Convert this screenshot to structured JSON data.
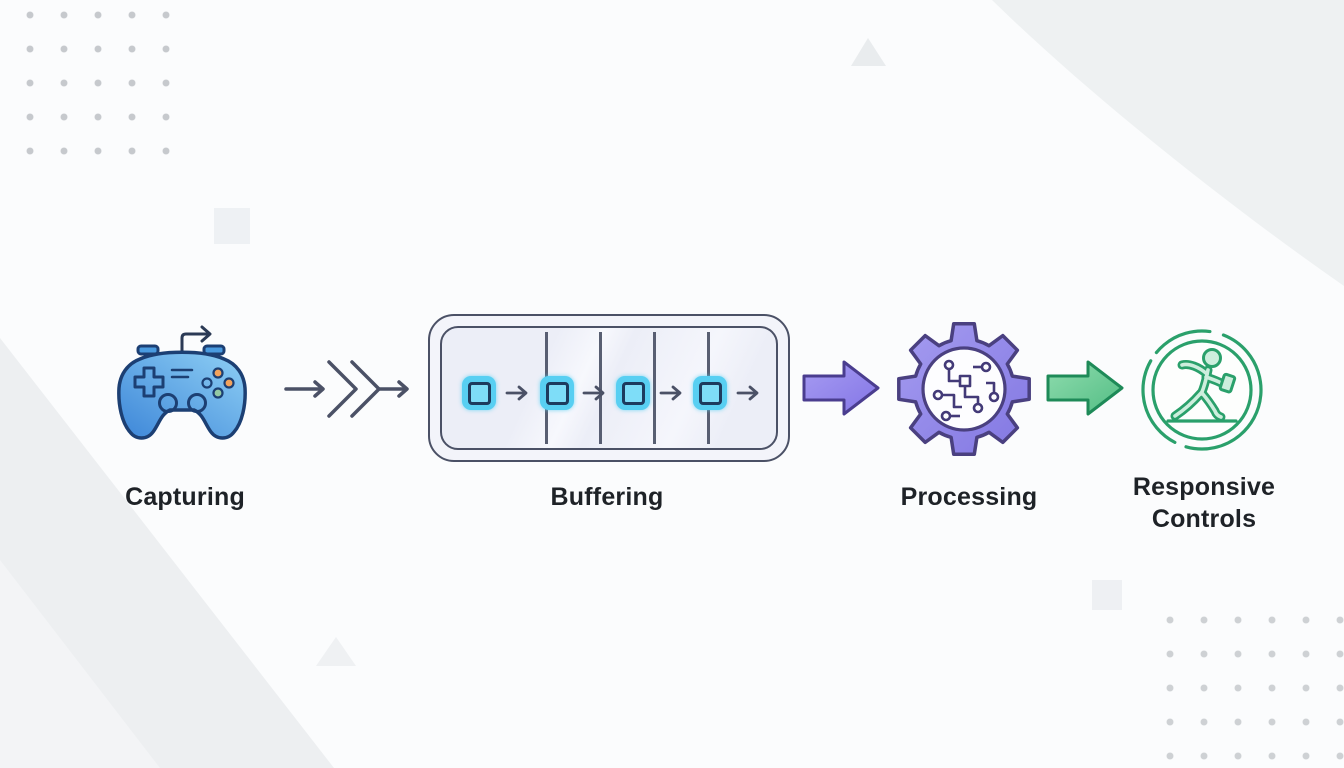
{
  "stages": [
    {
      "label": "Capturing",
      "icon": "game-controller-icon"
    },
    {
      "label": "Buffering",
      "icon": "frame-buffer-queue-icon"
    },
    {
      "label": "Processing",
      "icon": "gear-circuit-icon"
    },
    {
      "label": "Responsive Controls",
      "icon": "active-player-icon"
    }
  ],
  "connectors": [
    {
      "id": "capture-to-buffer",
      "type": "triple-chevron-arrow",
      "color": "#4b5166"
    },
    {
      "id": "buffer-to-processing",
      "type": "block-arrow",
      "color": "#8b7de9"
    },
    {
      "id": "processing-to-controls",
      "type": "block-arrow",
      "color": "#5fc28d"
    }
  ],
  "buffer": {
    "slot_count": 4,
    "divider_count": 4,
    "chip_color": "#58cff2"
  },
  "colors": {
    "background": "#fbfcfd",
    "outline_slate": "#4b5166",
    "controller_blue": "#4a9be0",
    "buffer_cyan": "#58cff2",
    "processing_purple": "#8b7de9",
    "controls_green": "#2aa06b",
    "label_text": "#1e2227"
  }
}
